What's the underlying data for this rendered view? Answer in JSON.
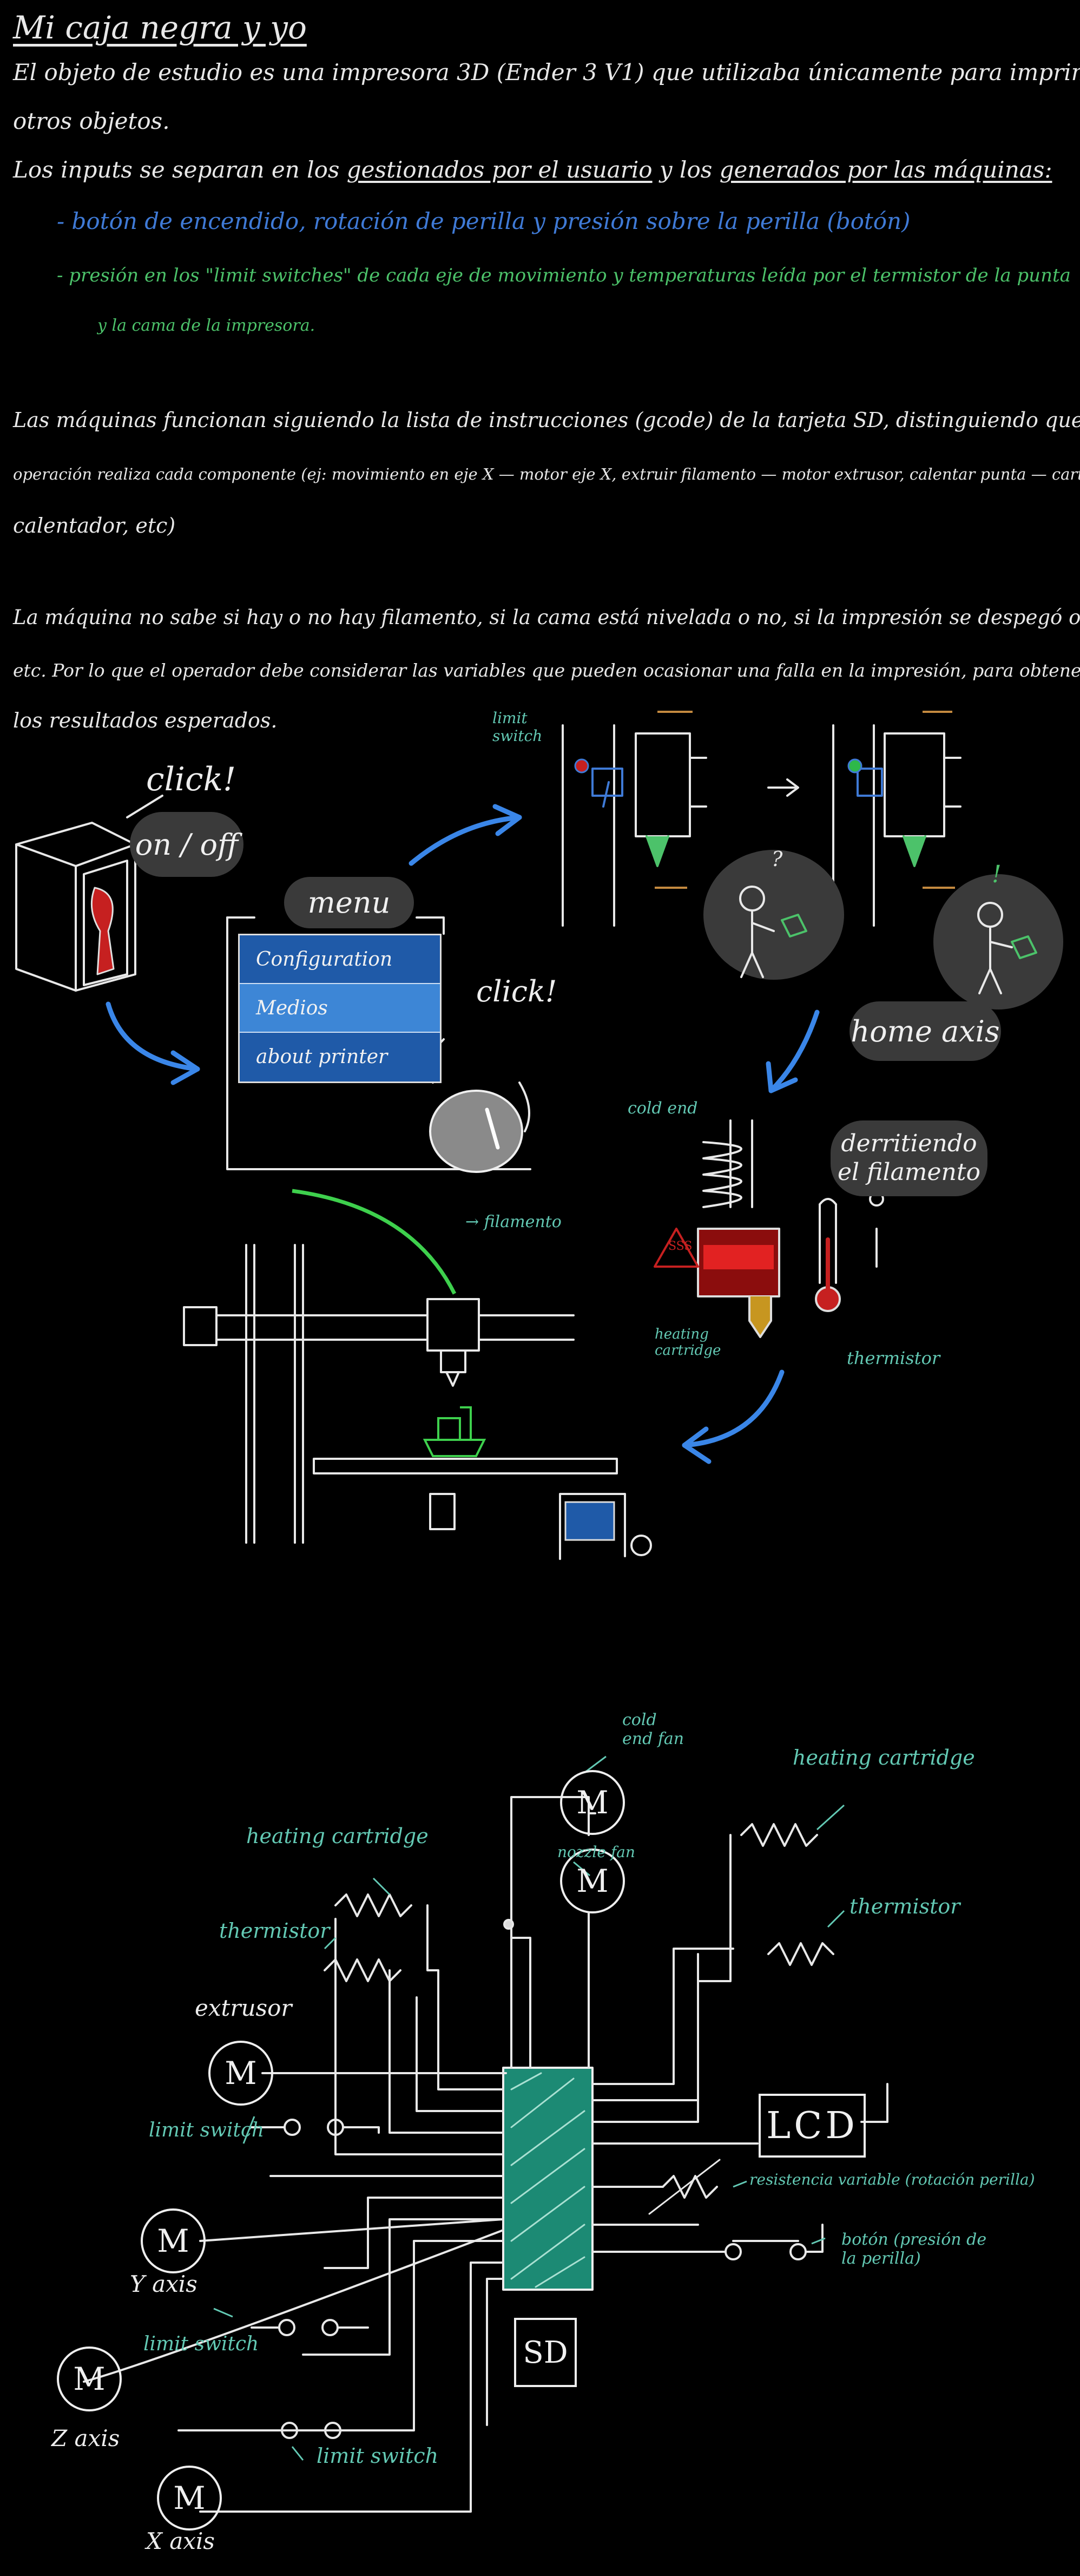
{
  "header": {
    "title": "Mi caja negra y yo",
    "intro_1": "El objeto de estudio es una impresora 3D (Ender 3 V1) que utilizaba únicamente para imprimir",
    "intro_2": "otros objetos.",
    "inputs_prefix": "Los inputs se separan en los ",
    "inputs_user": "gestionados por el usuario",
    "inputs_mid": " y los ",
    "inputs_machine": "generados por las máquinas:",
    "bullet_user": "- botón de encendido, rotación de perilla y presión sobre la perilla (botón)",
    "bullet_machine_1": "- presión en los \"limit switches\" de cada eje de movimiento y temperaturas leída por el termistor de la punta",
    "bullet_machine_2": "y la cama de la impresora."
  },
  "paragraph_2": {
    "line_1": "Las máquinas funcionan siguiendo la lista de instrucciones (gcode) de la tarjeta SD, distinguiendo que",
    "line_2": "operación realiza cada componente (ej: movimiento en eje X — motor eje X, extruir filamento — motor extrusor, calentar punta — cartucho",
    "line_3": "calentador, etc)"
  },
  "paragraph_3": {
    "line_1": "La máquina no sabe si hay o no hay filamento, si la cama está nivelada o no, si la impresión se despegó o no,",
    "line_2": "etc. Por lo que el operador debe considerar las variables que pueden ocasionar una falla en la impresión, para obtener",
    "line_3": "los resultados esperados."
  },
  "sketch_top": {
    "click_1": "click!",
    "on_off": "on / off",
    "menu": "menu",
    "menu_items": [
      "Configuration",
      "Medios",
      "about printer"
    ],
    "click_2": "click!",
    "limit_switch": "limit switch",
    "home_axis": "home axis",
    "cold_end": "cold end",
    "derritiendo": "derritiendo el filamento",
    "heating_cartridge": "heating cartridge",
    "thermistor": "thermistor",
    "filamento": "→ filamento",
    "warning": "SSS"
  },
  "schematic": {
    "cold_end_fan": "cold end fan",
    "nozzle_fan": "nozzle fan",
    "heating_cartridge_left": "heating cartridge",
    "heating_cartridge_right": "heating cartridge",
    "thermistor_left": "thermistor",
    "thermistor_right": "thermistor",
    "extrusor": "extrusor",
    "limit_switch_1": "limit switch",
    "limit_switch_2": "limit switch",
    "limit_switch_3": "limit switch",
    "y_axis": "Y axis",
    "z_axis": "Z axis",
    "x_axis": "X axis",
    "motor_symbol": "M",
    "lcd": "LCD",
    "sd": "SD",
    "resistencia": "resistencia variable (rotación perilla)",
    "boton": "botón (presión de la perilla)"
  },
  "colors": {
    "background": "#000000",
    "chalk": "#e8e8e8",
    "blue": "#3f7ad6",
    "green": "#4cc26a",
    "teal_label": "#63c9b4",
    "board": "#1c8a74",
    "red": "#c62020"
  }
}
